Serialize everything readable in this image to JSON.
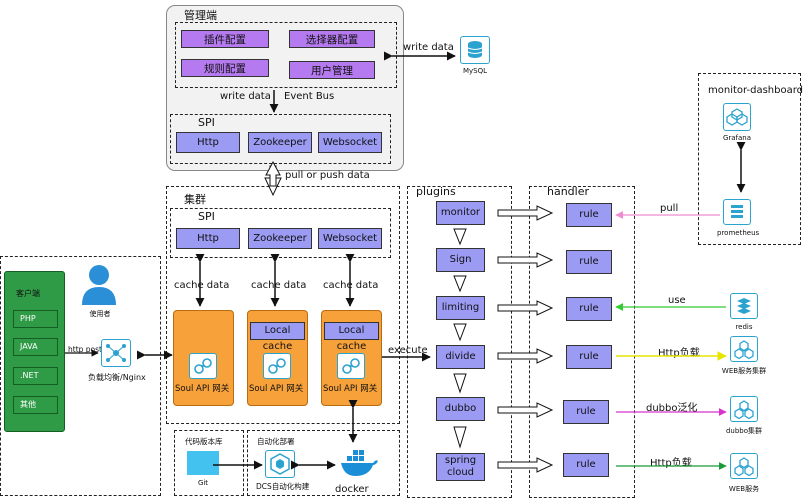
{
  "admin": {
    "title": "管理端",
    "plugin_config": "插件配置",
    "selector_config": "选择器配置",
    "rule_config": "规则配置",
    "user_mgmt": "用户管理",
    "write_data_left": "write data",
    "event_bus": "Event Bus",
    "write_data_right": "write data",
    "spi": "SPI",
    "spi_items": [
      "Http",
      "Zookeeper",
      "Websocket"
    ],
    "mysql": "MySQL"
  },
  "pull_push": "pull or push data",
  "cluster": {
    "title": "集群",
    "spi": "SPI",
    "spi_items": [
      "Http",
      "Zookeeper",
      "Websocket"
    ],
    "cache_data": "cache data",
    "local_cache": "Local cache",
    "gateway": "Soul API 网关"
  },
  "client": {
    "title": "客户端",
    "items": [
      "PHP",
      "JAVA",
      ".NET",
      "其他"
    ],
    "user": "使用者",
    "http_post": "http post",
    "lb": "负载均衡/Nginx"
  },
  "execute": "execute",
  "plugins": {
    "title": "plugins",
    "items": [
      "monitor",
      "Sign",
      "limiting",
      "divide",
      "dubbo",
      "spring cloud"
    ]
  },
  "handler": {
    "title": "handler",
    "rule": "rule"
  },
  "deploy": {
    "repo": "代码版本库",
    "git": "Git",
    "auto": "自动化部署",
    "dcs": "DCS自动化构建",
    "docker": "docker"
  },
  "monitor": {
    "title": "monitor-dashboard",
    "grafana": "Grafana",
    "prometheus": "prometheus"
  },
  "right": {
    "pull": "pull",
    "use": "use",
    "redis": "redis",
    "http_lb": "Http负载",
    "web_cluster": "WEB服务集群",
    "dubbo_generic": "dubbo泛化",
    "dubbo_cluster": "dubbo集群",
    "http_lb2": "Http负载",
    "web_service": "WEB服务"
  },
  "colors": {
    "pink": "#f08bd0",
    "green": "#33cc33",
    "yellow": "#ffff00",
    "magenta": "#d633cc",
    "darkgreen": "#1a9b3a"
  }
}
